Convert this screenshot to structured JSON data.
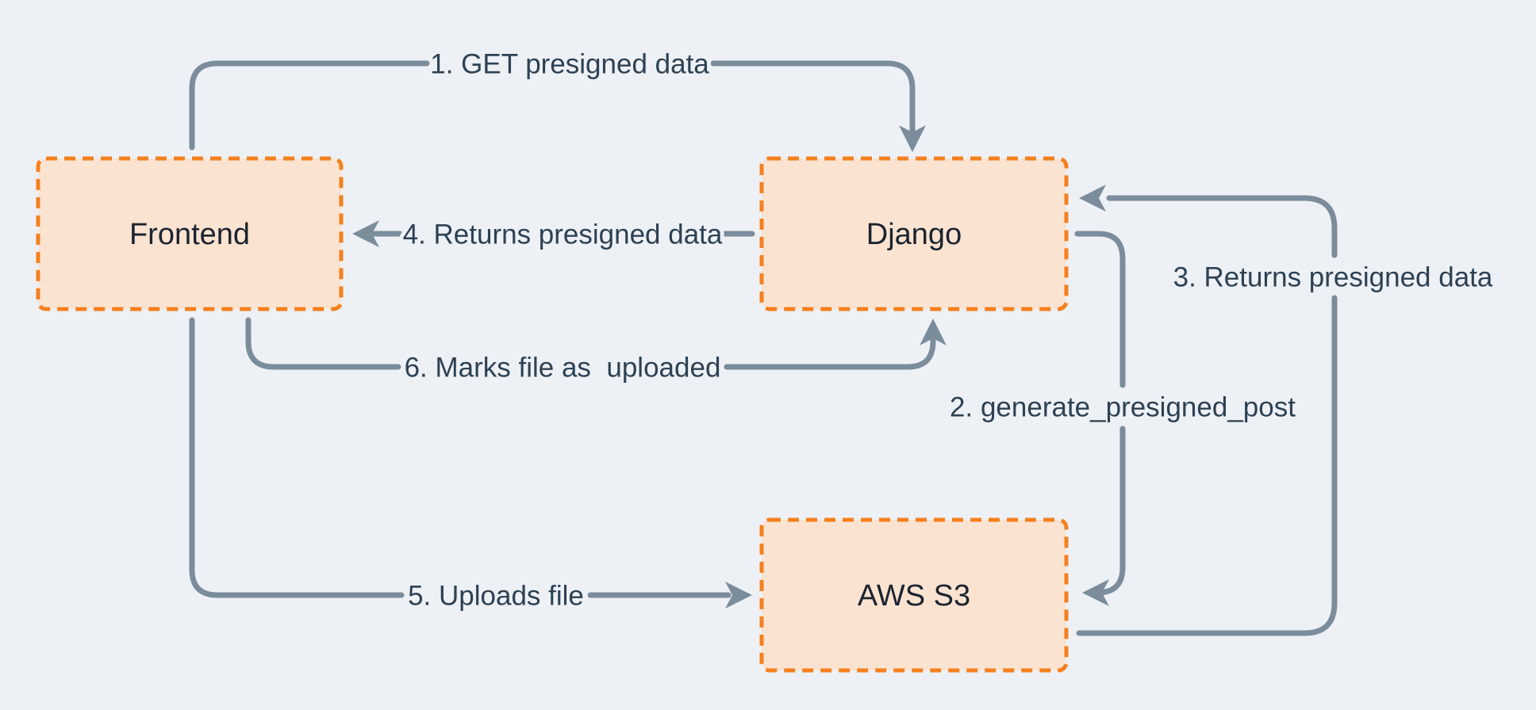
{
  "diagram": {
    "type": "flow-diagram",
    "description": "S3 presigned upload flow between Frontend, Django and AWS S3",
    "nodes": [
      {
        "id": "frontend",
        "label": "Frontend"
      },
      {
        "id": "django",
        "label": "Django"
      },
      {
        "id": "aws-s3",
        "label": "AWS S3"
      }
    ],
    "arrows": [
      {
        "step": 1,
        "label": "1. GET presigned data",
        "from": "Frontend",
        "to": "Django"
      },
      {
        "step": 2,
        "label": "2. generate_presigned_post",
        "from": "Django",
        "to": "AWS S3"
      },
      {
        "step": 3,
        "label": "3. Returns presigned data",
        "from": "AWS S3",
        "to": "Django"
      },
      {
        "step": 4,
        "label": "4. Returns presigned data",
        "from": "Django",
        "to": "Frontend"
      },
      {
        "step": 5,
        "label": "5. Uploads file",
        "from": "Frontend",
        "to": "AWS S3"
      },
      {
        "step": 6,
        "label": "6. Marks file as  uploaded",
        "from": "Frontend",
        "to": "Django"
      }
    ],
    "colors": {
      "background": "#EDF1F5",
      "node_fill": "#FBE3D1",
      "node_border": "#F5801E",
      "connector": "#7B8C9B",
      "arrow_label_text": "#2D4154",
      "node_label_text": "#1B2430"
    }
  }
}
